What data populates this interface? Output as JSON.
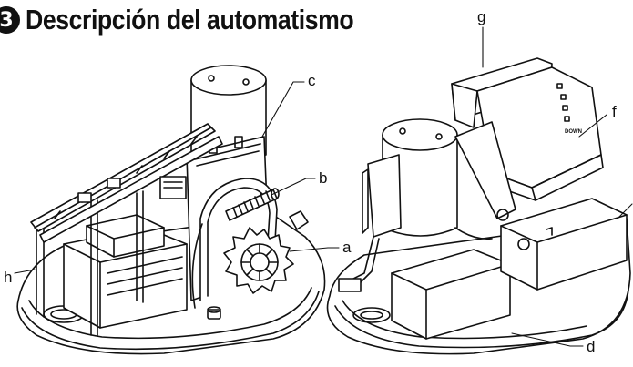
{
  "section": {
    "number": "3",
    "title": "Descripción del automatismo"
  },
  "labels": {
    "a": "a",
    "b": "b",
    "c": "c",
    "d": "d",
    "f": "f",
    "g": "g",
    "h": "h"
  },
  "board_text": {
    "down": "DOWN"
  }
}
